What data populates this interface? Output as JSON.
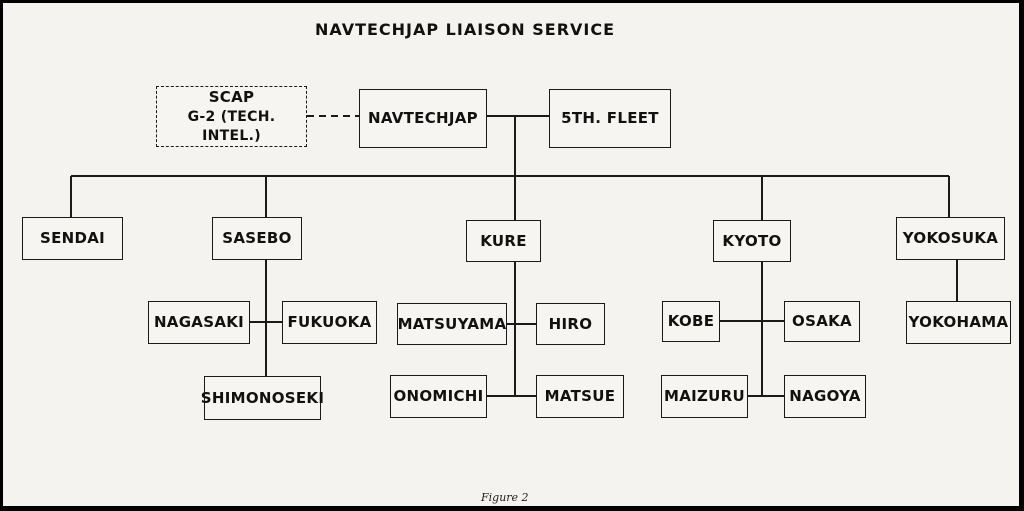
{
  "title": "NAVTECHJAP LIAISON SERVICE",
  "caption": "Figure 2",
  "nodes": {
    "scap": {
      "lines": [
        "SCAP",
        "G-2 (TECH. INTEL.)"
      ]
    },
    "navtechjap": "NAVTECHJAP",
    "fifth_fleet": "5TH. FLEET",
    "sendai": "SENDAI",
    "sasebo": "SASEBO",
    "kure": "KURE",
    "kyoto": "KYOTO",
    "yokosuka": "YOKOSUKA",
    "nagasaki": "NAGASAKI",
    "fukuoka": "FUKUOKA",
    "shimonoseki": "SHIMONOSEKI",
    "matsuyama": "MATSUYAMA",
    "hiro": "HIRO",
    "onomichi": "ONOMICHI",
    "matsue": "MATSUE",
    "kobe": "KOBE",
    "osaka": "OSAKA",
    "maizuru": "MAIZURU",
    "nagoya": "NAGOYA",
    "yokohama": "YOKOHAMA"
  }
}
